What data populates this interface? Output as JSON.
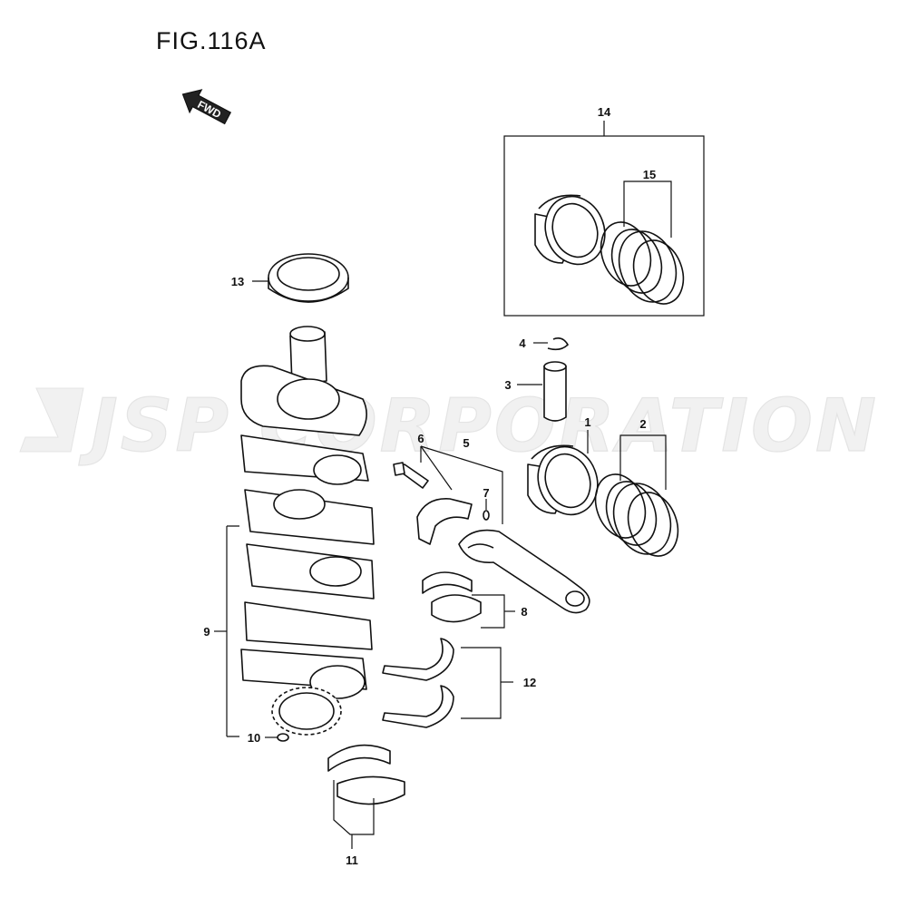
{
  "figure": {
    "title": "FIG.116A"
  },
  "fwd_label": "FWD",
  "watermark": "JSP CORPORATION",
  "callouts": {
    "c1": "1",
    "c2": "2",
    "c3": "3",
    "c4": "4",
    "c5": "5",
    "c6": "6",
    "c7": "7",
    "c8": "8",
    "c9": "9",
    "c10": "10",
    "c11": "11",
    "c12": "12",
    "c13": "13",
    "c14": "14",
    "c15": "15"
  }
}
